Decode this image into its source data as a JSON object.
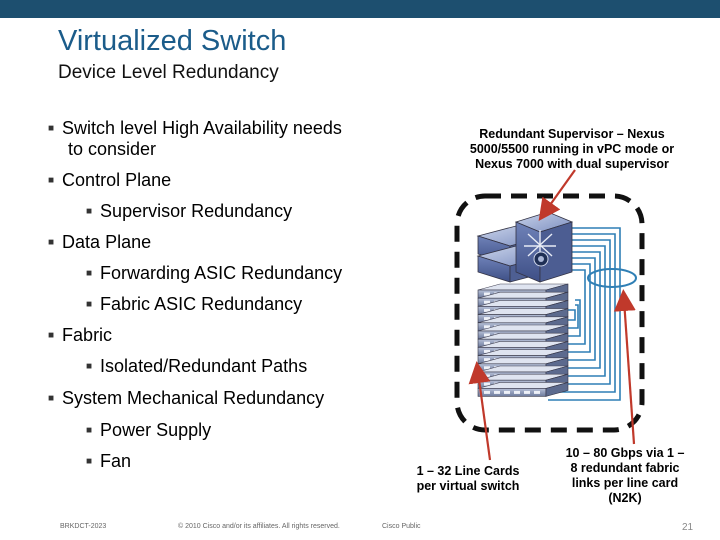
{
  "slide": {
    "title": "Virtualized Switch",
    "subtitle": "Device Level Redundancy"
  },
  "bullets": [
    {
      "level": 1,
      "text": "Switch level High Availability needs"
    },
    {
      "level": 0,
      "text": "to consider"
    },
    {
      "level": 1,
      "text": "Control Plane"
    },
    {
      "level": 2,
      "text": "Supervisor Redundancy"
    },
    {
      "level": 1,
      "text": "Data Plane"
    },
    {
      "level": 2,
      "text": "Forwarding ASIC Redundancy"
    },
    {
      "level": 2,
      "text": "Fabric ASIC Redundancy"
    },
    {
      "level": 1,
      "text": "Fabric"
    },
    {
      "level": 2,
      "text": "Isolated/Redundant Paths"
    },
    {
      "level": 1,
      "text": "System Mechanical Redundancy"
    },
    {
      "level": 2,
      "text": "Power Supply"
    },
    {
      "level": 2,
      "text": "Fan"
    }
  ],
  "callouts": {
    "supervisor": [
      "Redundant Supervisor – Nexus",
      "5000/5500 running in vPC mode or",
      "Nexus 7000 with dual supervisor"
    ],
    "line_cards": [
      "1 – 32 Line Cards",
      "per virtual switch"
    ],
    "fabric_links": [
      "10 – 80 Gbps via 1 –",
      "8  redundant fabric",
      "links per line card",
      "(N2K)"
    ]
  },
  "footer": {
    "session": "BRKDCT-2023",
    "copyright": "© 2010 Cisco and/or its affiliates. All rights reserved.",
    "classification": "Cisco Public",
    "page": "21"
  },
  "colors": {
    "title": "#1b5c8a",
    "topbar": "#1d4f6f",
    "arrow": "#c0392b",
    "fabric_lines": "#2f7fb5"
  }
}
